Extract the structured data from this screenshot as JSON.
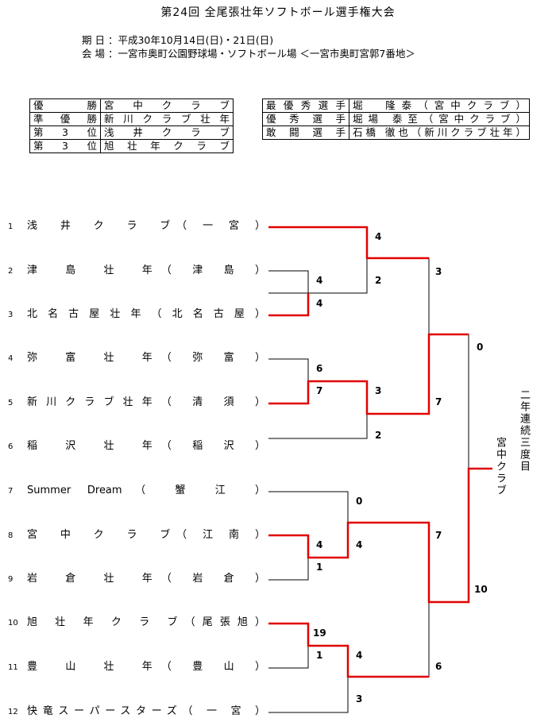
{
  "title": "第24回 全尾張壮年ソフトボール選手権大会",
  "schedule": "期 日 ：平成30年10月14日(日)・21日(日)",
  "venue": "会 場 ：一宮市奥町公園野球場・ソフトボール場 ＜一宮市奥町宮郭7番地＞",
  "results": [
    {
      "label": "優勝",
      "value": "宮中クラブ"
    },
    {
      "label": "準優勝",
      "value": "新川クラブ壮年"
    },
    {
      "label": "第3位",
      "value": "浅井クラブ"
    },
    {
      "label": "第3位",
      "value": "旭壮年クラブ"
    }
  ],
  "individual_awards": [
    {
      "label": "最優秀選手",
      "value": "堀　隆泰（宮中クラブ）"
    },
    {
      "label": "優秀選手",
      "value": "堀場 泰至（宮中クラブ）"
    },
    {
      "label": "敢闘選手",
      "value": "石橋 徹也（新川クラブ壮年）"
    }
  ],
  "teams": [
    {
      "num": "1",
      "name": "浅　井　ク　ラ　ブ（ 一 宮 ）"
    },
    {
      "num": "2",
      "name": "津　島　壮　年（ 津 島 ）"
    },
    {
      "num": "3",
      "name": "北名古屋壮年（北名古屋）"
    },
    {
      "num": "4",
      "name": "弥　富　壮　年（ 弥 富 ）"
    },
    {
      "num": "5",
      "name": "新川クラブ壮年（ 清 須 ）"
    },
    {
      "num": "6",
      "name": "稲　沢　壮　年（ 稲 沢 ）"
    },
    {
      "num": "7",
      "name": "Summer Dream（ 蟹 江 ）"
    },
    {
      "num": "8",
      "name": "宮　中　ク　ラ　ブ（ 江 南 ）"
    },
    {
      "num": "9",
      "name": "岩　倉　壮　年（ 岩 倉 ）"
    },
    {
      "num": "10",
      "name": "旭 壮 年 ク ラ ブ（尾張旭）"
    },
    {
      "num": "11",
      "name": "豊　山　壮　年（ 豊 山 ）"
    },
    {
      "num": "12",
      "name": "快竜スーパースターズ（ 一 宮 ）"
    }
  ],
  "scores": {
    "r1_a_top": "4",
    "r1_a_bot": "4",
    "r1_b_top": "6",
    "r1_b_bot": "7",
    "r1_c_top": "4",
    "r1_c_bot": "1",
    "r1_d_top": "19",
    "r1_d_bot": "1",
    "r2_a_top": "4",
    "r2_a_bot": "2",
    "r2_b_top": "3",
    "r2_b_bot": "2",
    "r2_c_top": "0",
    "r2_c_bot": "4",
    "r2_d_top": "4",
    "r2_d_bot": "3",
    "sf_top_top": "3",
    "sf_top_bot": "7",
    "sf_bot_top": "7",
    "sf_bot_bot": "6",
    "final_top": "0",
    "final_bot": "10"
  },
  "champion_label": "宮中クラブ",
  "champion_note": "二年連続三度目",
  "colors": {
    "winner": "#e00000",
    "line": "#000000"
  }
}
